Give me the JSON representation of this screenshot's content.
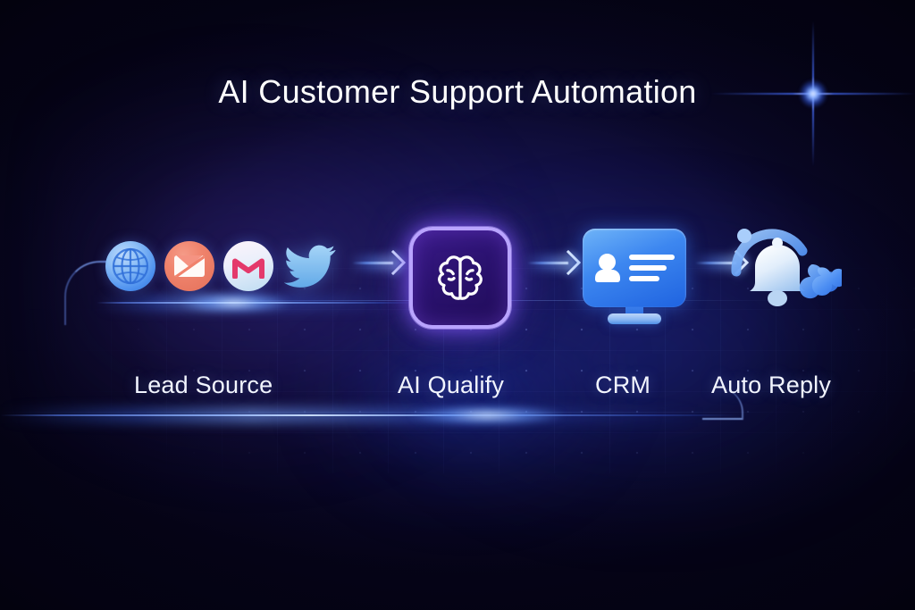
{
  "title": "AI Customer Support Automation",
  "theme": {
    "background": "#07051a",
    "accent_blue": "#3d87f0",
    "accent_cyan": "#cfe0ff",
    "accent_purple": "#b9a4ff",
    "text": "#ffffff"
  },
  "flow": {
    "stages": [
      {
        "id": "lead-source",
        "label": "Lead Source",
        "icons": [
          {
            "name": "globe-icon",
            "glyph": "globe",
            "color": "#4f92ef"
          },
          {
            "name": "envelope-icon",
            "glyph": "envelope",
            "color": "#ef836c"
          },
          {
            "name": "gmail-icon",
            "glyph": "M",
            "color": "#e4396b"
          },
          {
            "name": "twitter-bird-icon",
            "glyph": "bird",
            "color": "#7fbdf2"
          }
        ]
      },
      {
        "id": "ai-qualify",
        "label": "AI Qualify",
        "icons": [
          {
            "name": "brain-icon",
            "glyph": "brain",
            "color": "#ffffff"
          }
        ]
      },
      {
        "id": "crm",
        "label": "CRM",
        "icons": [
          {
            "name": "monitor-contact-icon",
            "glyph": "monitor",
            "color": "#3d87f0"
          }
        ]
      },
      {
        "id": "auto-reply",
        "label": "Auto Reply",
        "icons": [
          {
            "name": "bell-notification-icon",
            "glyph": "bell",
            "color": "#d8e8fb"
          },
          {
            "name": "send-icon",
            "glyph": "send",
            "color": "#3b84f0"
          }
        ]
      }
    ],
    "connectors": [
      {
        "name": "arrow-lead-to-ai",
        "from": "lead-source",
        "to": "ai-qualify"
      },
      {
        "name": "arrow-ai-to-crm",
        "from": "ai-qualify",
        "to": "crm"
      },
      {
        "name": "arrow-crm-to-reply",
        "from": "crm",
        "to": "auto-reply"
      }
    ]
  },
  "decor": {
    "star_flare": "lens-flare-star",
    "rails": [
      "icon-row-glow-rail",
      "baseline-glow-rail"
    ]
  }
}
